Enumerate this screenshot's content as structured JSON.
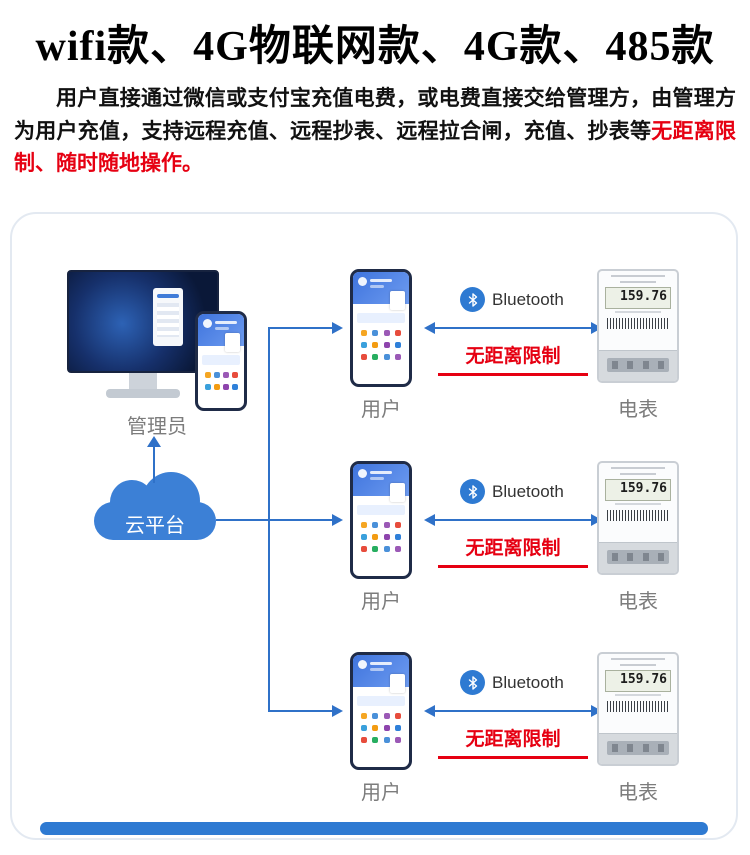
{
  "page": {
    "title": "wifi款、4G物联网款、4G款、485款"
  },
  "intro": {
    "body": "用户直接通过微信或支付宝充值电费，或电费直接交给管理方，由管理方为用户充值，支持远程充值、远程抄表、远程拉合闸，充值、抄表等",
    "highlight": "无距离限制、随时随地操作。"
  },
  "diagram": {
    "admin": {
      "label": "管理员"
    },
    "cloud": {
      "label": "云平台"
    },
    "rows": [
      {
        "user_label": "用户",
        "bluetooth_label": "Bluetooth",
        "limit_label": "无距离限制",
        "meter_label": "电表",
        "meter_reading": "159.76"
      },
      {
        "user_label": "用户",
        "bluetooth_label": "Bluetooth",
        "limit_label": "无距离限制",
        "meter_label": "电表",
        "meter_reading": "159.76"
      },
      {
        "user_label": "用户",
        "bluetooth_label": "Bluetooth",
        "limit_label": "无距离限制",
        "meter_label": "电表",
        "meter_reading": "159.76"
      }
    ],
    "colors": {
      "accent_blue": "#2f71c8",
      "highlight_red": "#e60012"
    }
  }
}
